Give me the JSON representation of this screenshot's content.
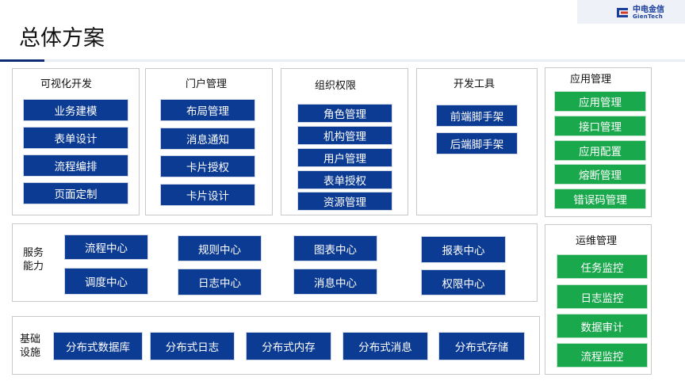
{
  "page_title": "总体方案",
  "logo": {
    "cn": "中电金信",
    "en": "GienTech"
  },
  "colors": {
    "primary_blue": "#0c3b93",
    "accent_green": "#1aa84c",
    "title_rule": "#0f2b78"
  },
  "panels": {
    "visual_dev": {
      "title": "可视化开发",
      "items": [
        "业务建模",
        "表单设计",
        "流程编排",
        "页面定制"
      ]
    },
    "portal": {
      "title": "门户管理",
      "items": [
        "布局管理",
        "消息通知",
        "卡片授权",
        "卡片设计"
      ]
    },
    "org": {
      "title": "组织权限",
      "items": [
        "角色管理",
        "机构管理",
        "用户管理",
        "表单授权",
        "资源管理"
      ]
    },
    "devtools": {
      "title": "开发工具",
      "items": [
        "前端脚手架",
        "后端脚手架"
      ]
    },
    "app_mgmt": {
      "title": "应用管理",
      "items": [
        "应用管理",
        "接口管理",
        "应用配置",
        "熔断管理",
        "错误码管理"
      ]
    },
    "ops": {
      "title": "运维管理",
      "items": [
        "任务监控",
        "日志监控",
        "数据审计",
        "流程监控"
      ]
    },
    "service": {
      "label_line1": "服务",
      "label_line2": "能力",
      "items": [
        "流程中心",
        "调度中心",
        "规则中心",
        "日志中心",
        "图表中心",
        "消息中心",
        "报表中心",
        "权限中心"
      ]
    },
    "infra": {
      "label_line1": "基础",
      "label_line2": "设施",
      "items": [
        "分布式数据库",
        "分布式日志",
        "分布式内存",
        "分布式消息",
        "分布式存储"
      ]
    }
  }
}
